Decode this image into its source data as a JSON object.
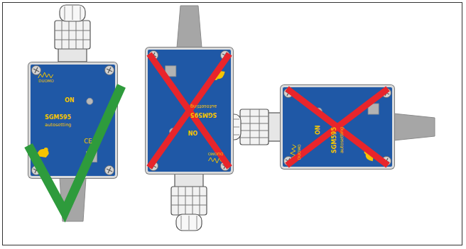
{
  "diagram": {
    "nodes": [
      {
        "text": [
          "DUOMO",
          "ON",
          "SGM595",
          "autosetting",
          "CE"
        ]
      },
      {
        "text": [
          "DUOMO",
          "ON",
          "SGM595",
          "autosetting"
        ]
      },
      {
        "text": [
          "DUOMO",
          "ON",
          "SGM595",
          "autosetting"
        ]
      }
    ]
  }
}
